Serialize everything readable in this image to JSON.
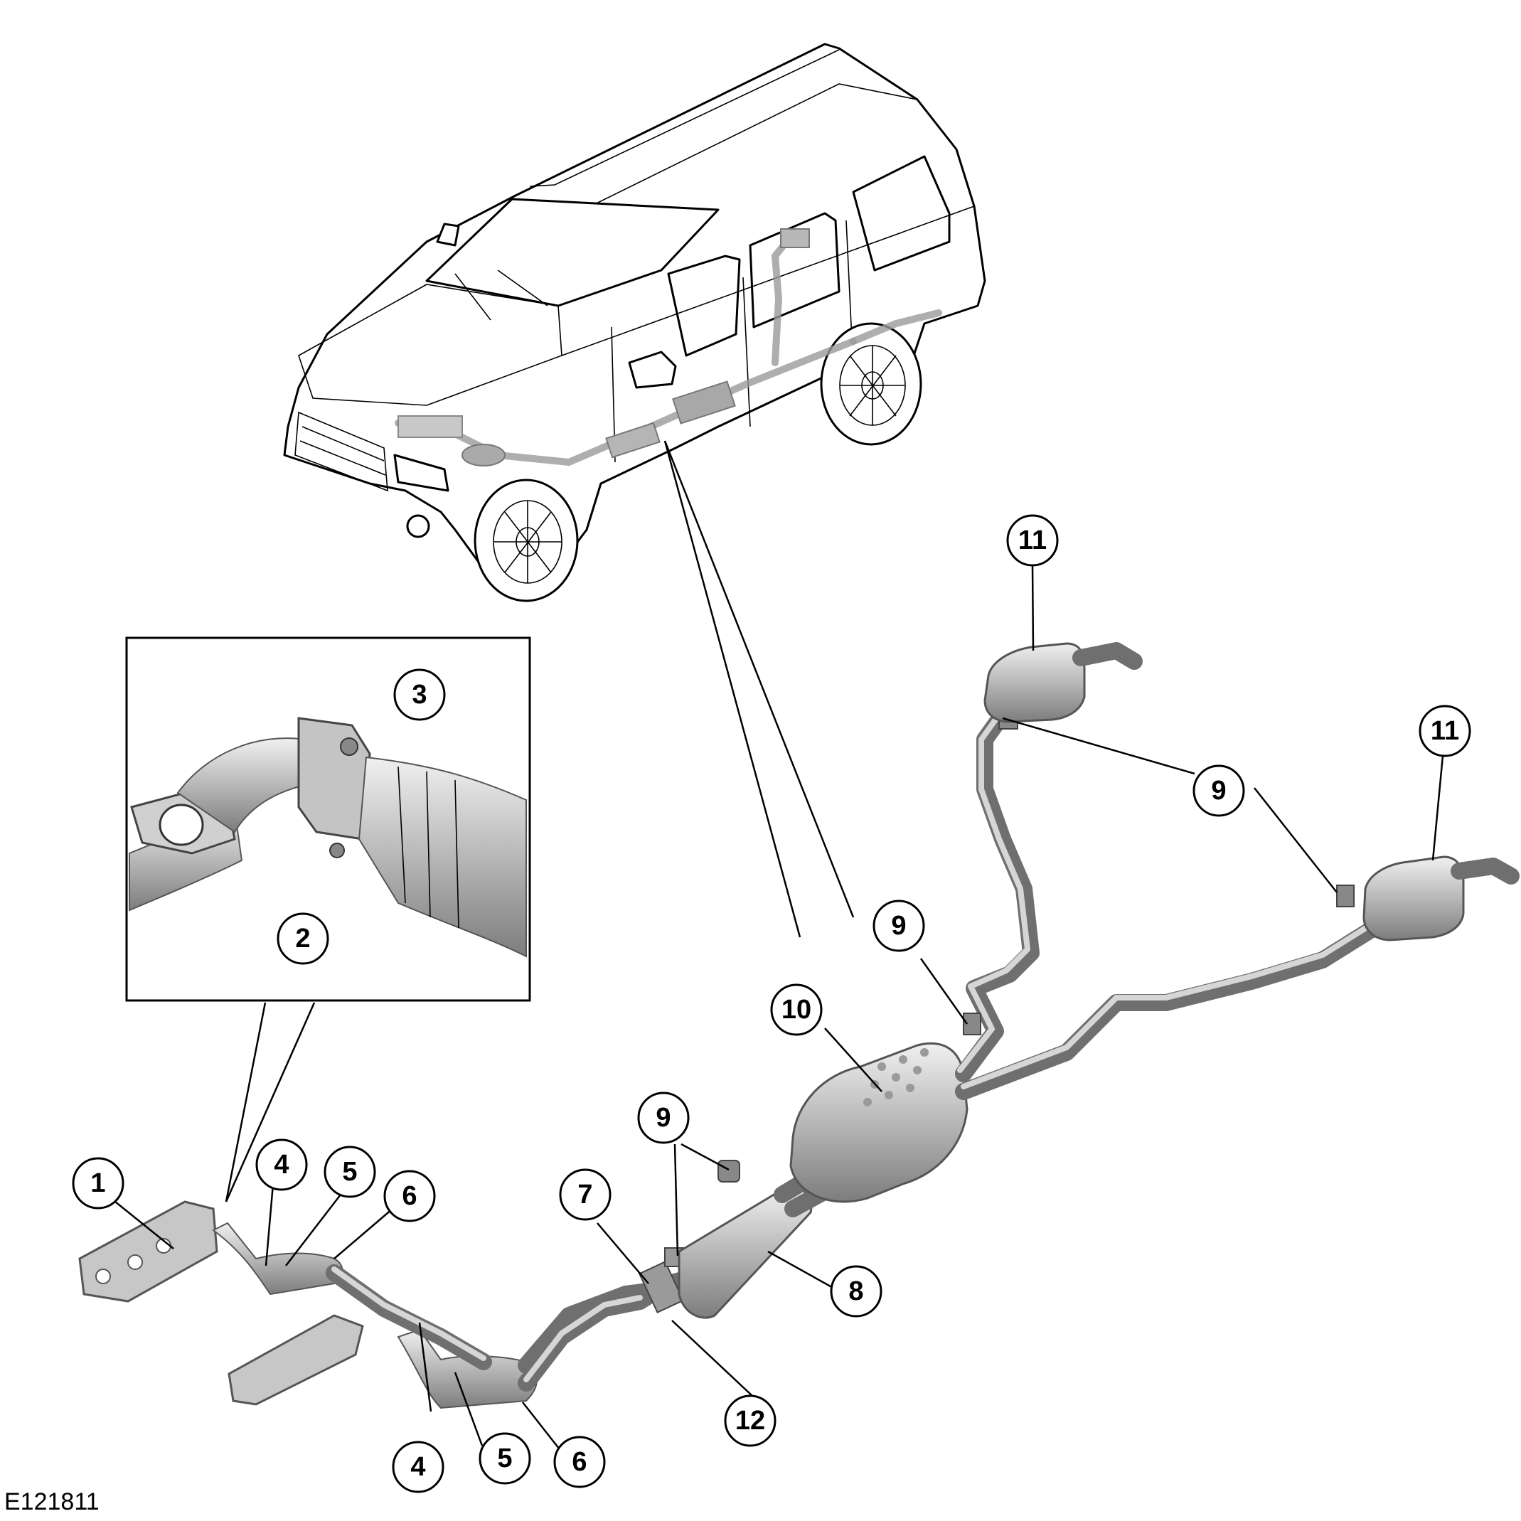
{
  "figure_id": "E121811",
  "callouts": [
    "1",
    "2",
    "3",
    "4",
    "5",
    "6",
    "7",
    "8",
    "9",
    "10",
    "11",
    "12"
  ],
  "colors": {
    "line": "#000000",
    "part_fill": "#b9b9b9",
    "background": "#ffffff"
  }
}
